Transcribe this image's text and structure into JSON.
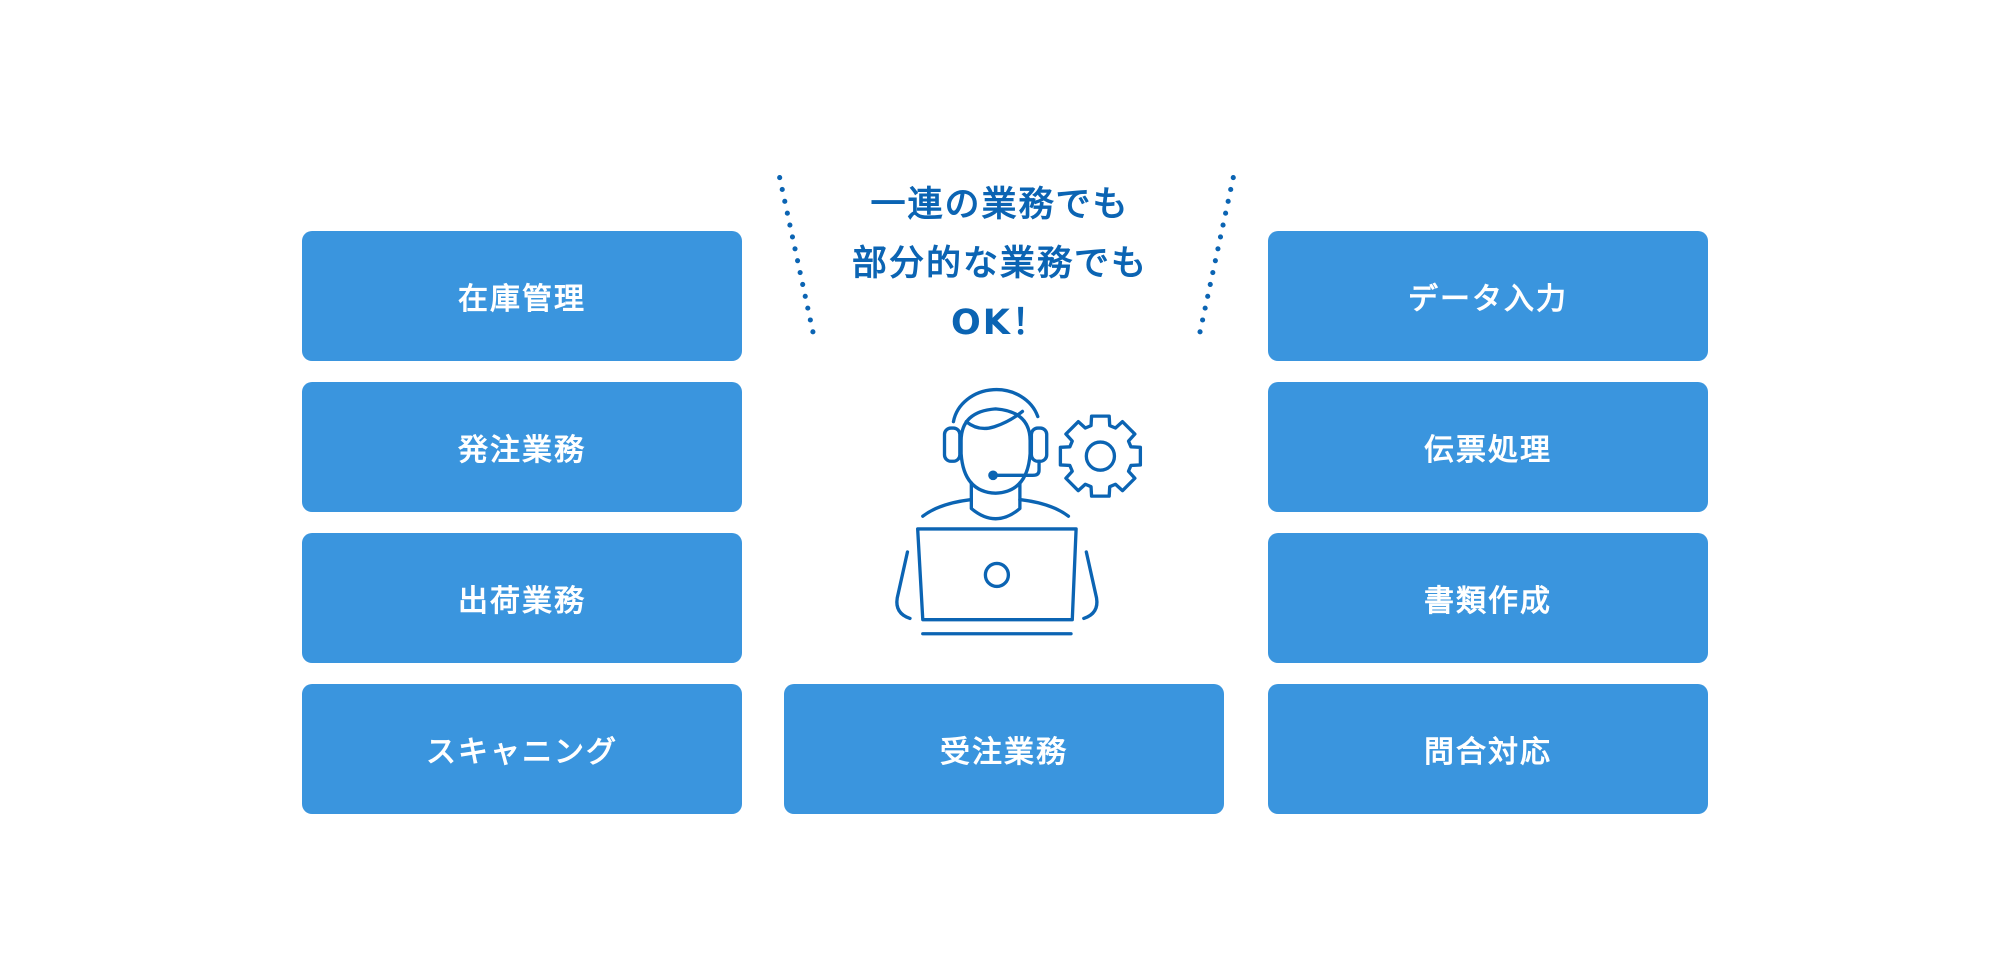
{
  "headline": {
    "line1": "一連の業務でも",
    "line2": "部分的な業務でも",
    "line3": "OK！"
  },
  "left_tasks": [
    "在庫管理",
    "発注業務",
    "出荷業務",
    "スキャニング"
  ],
  "center_task": "受注業務",
  "right_tasks": [
    "データ入力",
    "伝票処理",
    "書類作成",
    "問合対応"
  ],
  "illustration": "operator-with-headset-laptop-gear-icon",
  "colors": {
    "box": "#3a95de",
    "accent": "#0b64b3",
    "text_on_box": "#ffffff"
  }
}
